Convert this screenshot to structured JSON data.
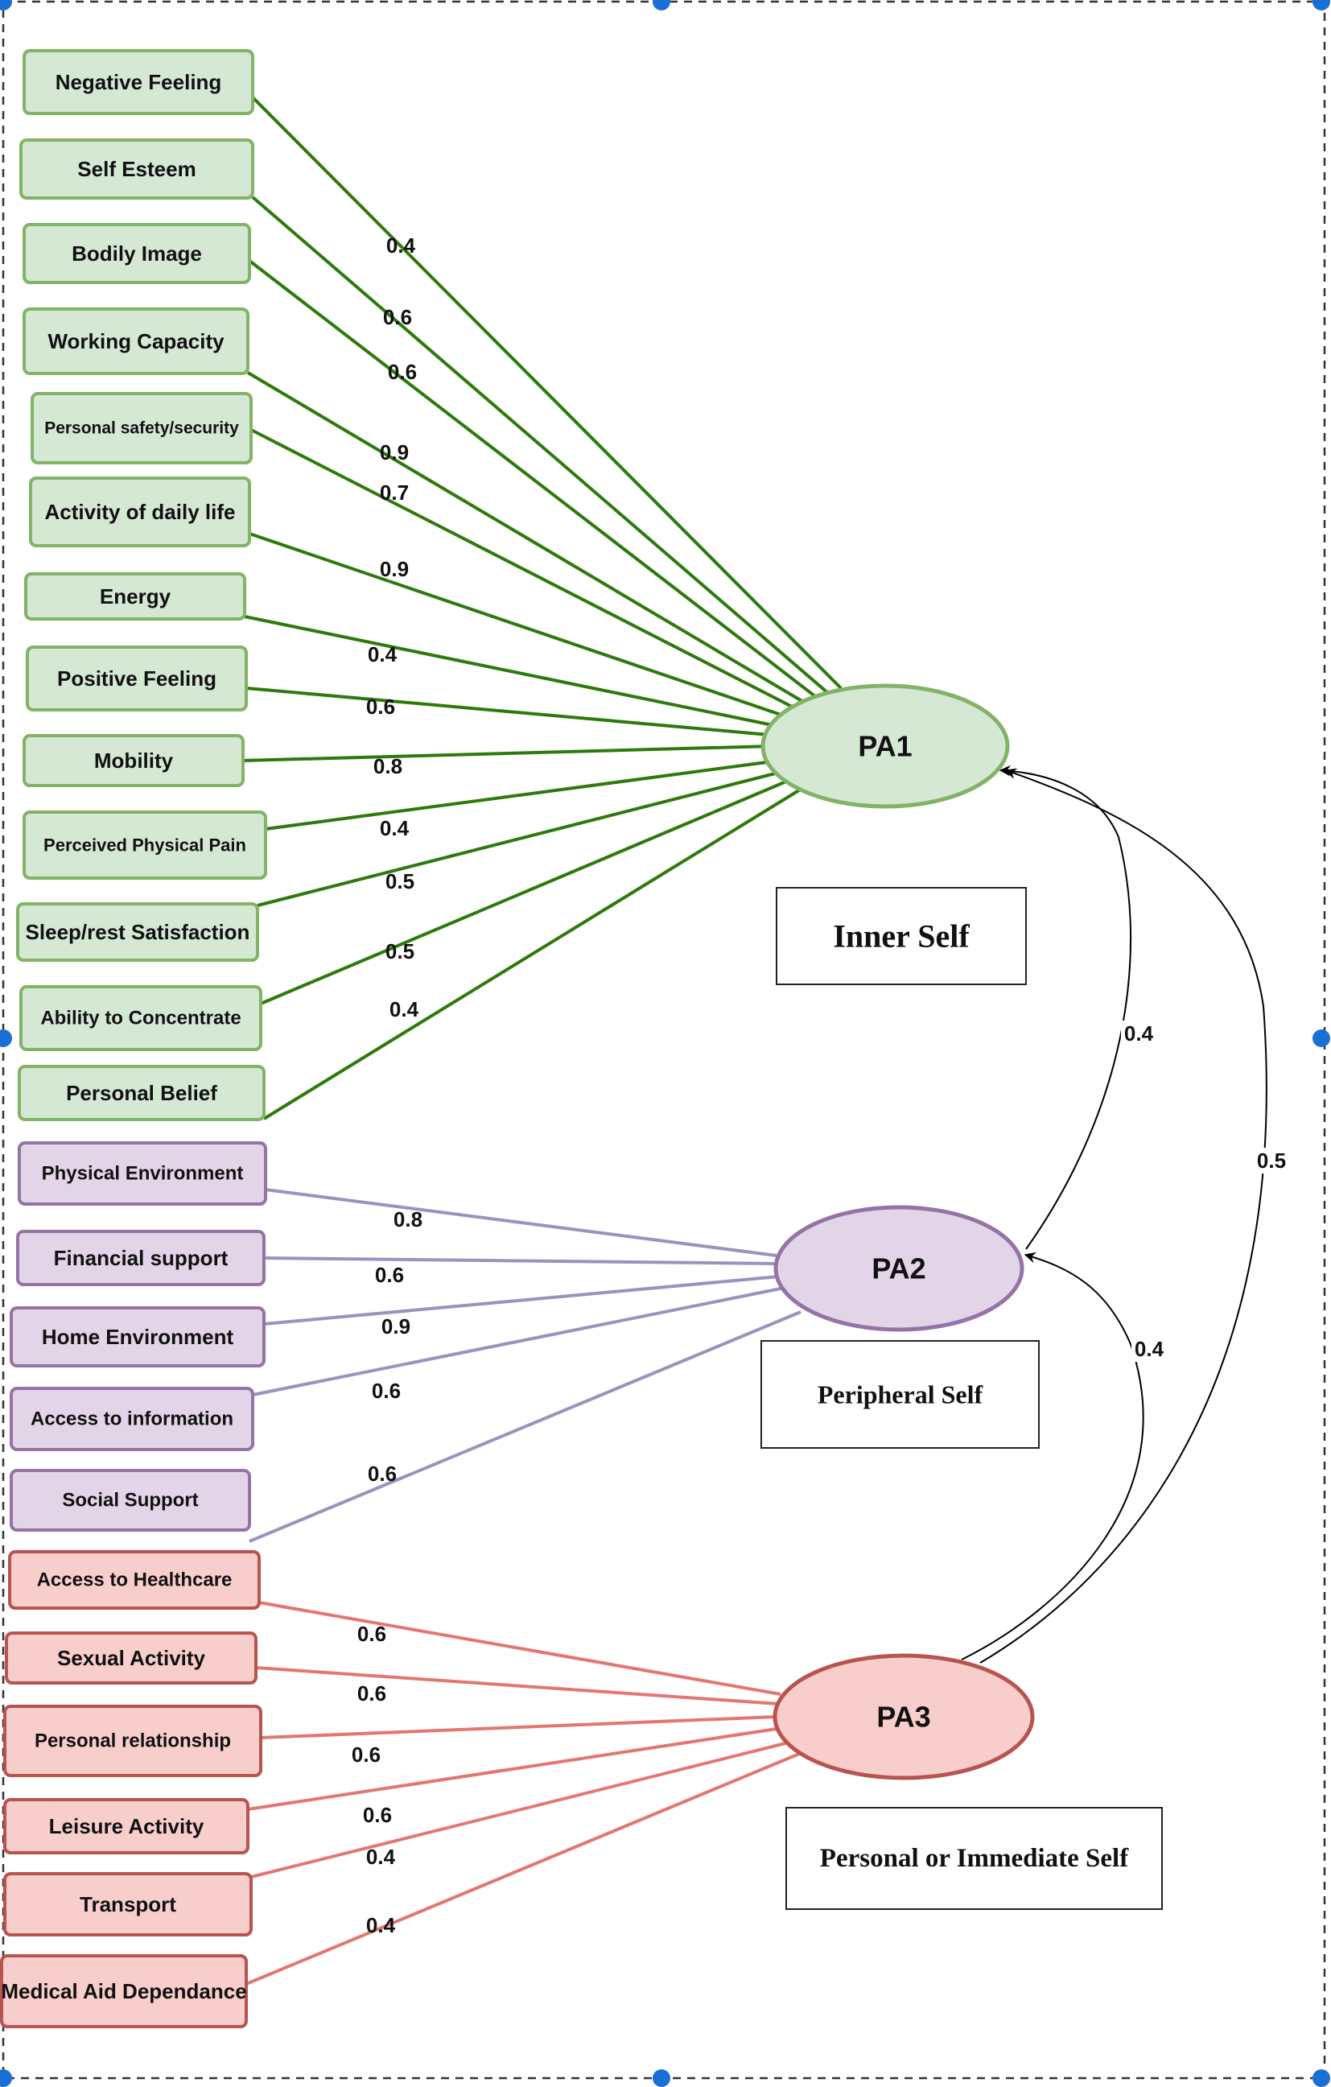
{
  "colors": {
    "green_fill": "#d5e8d4",
    "green_stroke": "#82b366",
    "green_line": "#2d7a0c",
    "purple_fill": "#e1d5e7",
    "purple_stroke": "#9673a6",
    "purple_line": "#9a92bf",
    "red_fill": "#f8cecc",
    "red_stroke": "#b85450",
    "red_line": "#e3776f",
    "selection_handle": "#1a6fd6"
  },
  "factors": [
    {
      "id": "pa1",
      "label": "PA1",
      "group": "green",
      "section_label": "Inner Self"
    },
    {
      "id": "pa2",
      "label": "PA2",
      "group": "purple",
      "section_label": "Peripheral Self"
    },
    {
      "id": "pa3",
      "label": "PA3",
      "group": "red",
      "section_label": "Personal or Immediate Self"
    }
  ],
  "items": [
    {
      "label": "Negative Feeling",
      "factor": "pa1",
      "loading": "0.4"
    },
    {
      "label": "Self Esteem",
      "factor": "pa1",
      "loading": "0.6"
    },
    {
      "label": "Bodily Image",
      "factor": "pa1",
      "loading": "0.6"
    },
    {
      "label": "Working Capacity",
      "factor": "pa1",
      "loading": "0.9"
    },
    {
      "label": "Personal safety/security",
      "factor": "pa1",
      "loading": "0.7"
    },
    {
      "label": "Activity of daily life",
      "factor": "pa1",
      "loading": "0.9"
    },
    {
      "label": "Energy",
      "factor": "pa1",
      "loading": "0.4"
    },
    {
      "label": "Positive Feeling",
      "factor": "pa1",
      "loading": "0.6"
    },
    {
      "label": "Mobility",
      "factor": "pa1",
      "loading": "0.8"
    },
    {
      "label": "Perceived Physical Pain",
      "factor": "pa1",
      "loading": "0.4"
    },
    {
      "label": "Sleep/rest Satisfaction",
      "factor": "pa1",
      "loading": "0.5"
    },
    {
      "label": "Ability to Concentrate",
      "factor": "pa1",
      "loading": "0.5"
    },
    {
      "label": "Personal Belief",
      "factor": "pa1",
      "loading": "0.4"
    },
    {
      "label": "Physical Environment",
      "factor": "pa2",
      "loading": "0.8"
    },
    {
      "label": "Financial support",
      "factor": "pa2",
      "loading": "0.6"
    },
    {
      "label": "Home Environment",
      "factor": "pa2",
      "loading": "0.9"
    },
    {
      "label": "Access to information",
      "factor": "pa2",
      "loading": "0.6"
    },
    {
      "label": "Social Support",
      "factor": "pa2",
      "loading": "0.6"
    },
    {
      "label": "Access to Healthcare",
      "factor": "pa3",
      "loading": "0.6"
    },
    {
      "label": "Sexual Activity",
      "factor": "pa3",
      "loading": "0.6"
    },
    {
      "label": "Personal relationship",
      "factor": "pa3",
      "loading": "0.6"
    },
    {
      "label": "Leisure Activity",
      "factor": "pa3",
      "loading": "0.6"
    },
    {
      "label": "Transport",
      "factor": "pa3",
      "loading": "0.4"
    },
    {
      "label": "Medical Aid Dependance",
      "factor": "pa3",
      "loading": "0.4"
    }
  ],
  "correlations": [
    {
      "from": "pa2",
      "to": "pa1",
      "value": "0.4"
    },
    {
      "from": "pa3",
      "to": "pa1",
      "value": "0.5"
    },
    {
      "from": "pa3",
      "to": "pa2",
      "value": "0.4"
    }
  ]
}
